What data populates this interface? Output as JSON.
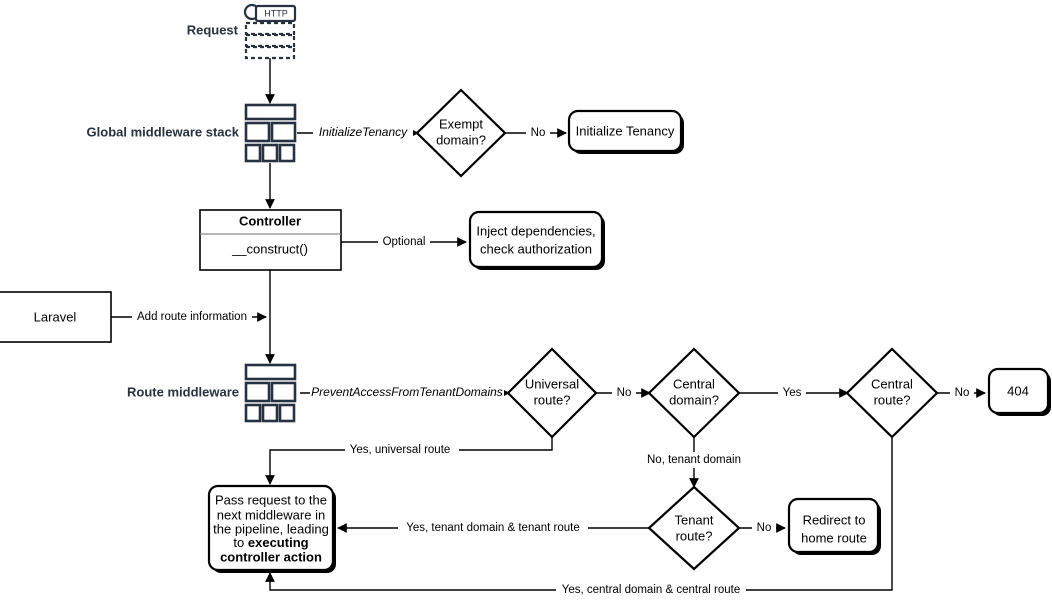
{
  "diagram": {
    "title": "Laravel multi-tenancy request lifecycle flowchart",
    "colors": {
      "stroke": "#000000",
      "icon_navy": "#27313f",
      "background": "#ffffff"
    }
  },
  "labels": {
    "request": "Request",
    "http_icon_text": "HTTP",
    "global_middleware_stack": "Global middleware stack",
    "route_middleware": "Route middleware"
  },
  "nodes": {
    "exempt_domain": "Exempt\ndomain?",
    "exempt_domain_line1": "Exempt",
    "exempt_domain_line2": "domain?",
    "initialize_tenancy": "Initialize Tenancy",
    "controller_title": "Controller",
    "controller_method": "__construct()",
    "inject_line1": "Inject dependencies,",
    "inject_line2": "check authorization",
    "laravel": "Laravel",
    "universal_route_line1": "Universal",
    "universal_route_line2": "route?",
    "central_domain_line1": "Central",
    "central_domain_line2": "domain?",
    "central_route_line1": "Central",
    "central_route_line2": "route?",
    "not_found": "404",
    "tenant_route_line1": "Tenant",
    "tenant_route_line2": "route?",
    "redirect_line1": "Redirect to",
    "redirect_line2": "home route",
    "pass_request_line1": "Pass request to the",
    "pass_request_line2": "next middleware in",
    "pass_request_line3": "the pipeline, leading",
    "pass_request_line4_prefix": "to ",
    "pass_request_line4_bold": "executing",
    "pass_request_line5_bold": "controller action"
  },
  "edges": {
    "initialize_tenancy_label": "InitializeTenancy",
    "exempt_no": "No",
    "optional": "Optional",
    "add_route_information": "Add route information",
    "prevent_access": "PreventAccessFromTenantDomains",
    "universal_no": "No",
    "central_domain_yes": "Yes",
    "central_route_no": "No",
    "yes_universal_route": "Yes, universal route",
    "no_tenant_domain": "No, tenant domain",
    "tenant_route_no": "No",
    "yes_tenant_domain_tenant_route": "Yes, tenant domain & tenant route",
    "yes_central_domain_central_route": "Yes, central domain & central route"
  }
}
